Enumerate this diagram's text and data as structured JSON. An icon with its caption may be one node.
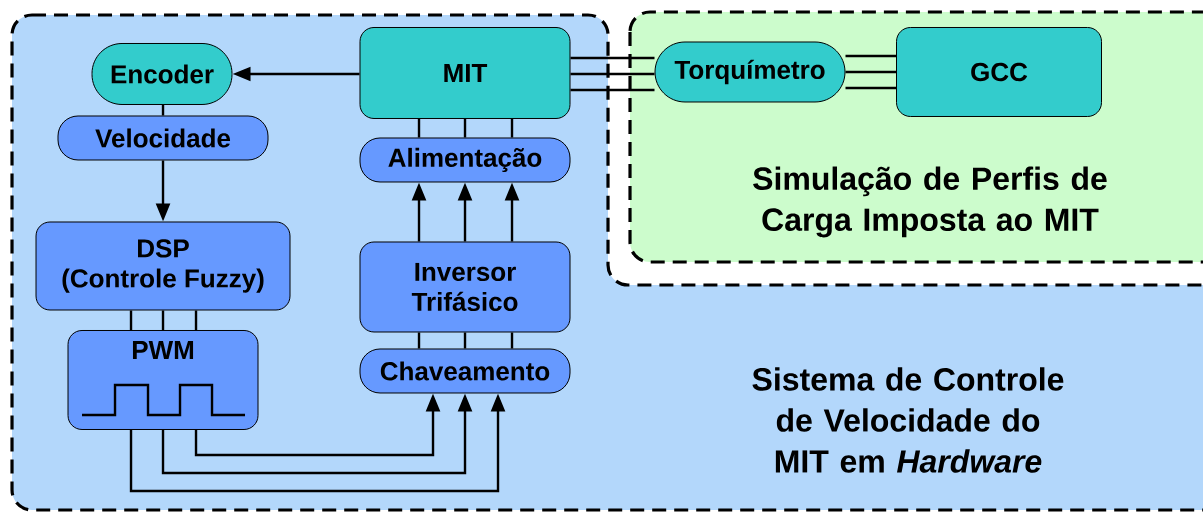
{
  "diagram": {
    "nodes": [
      {
        "text": [
          "Sistema de Controle de Velocidade do MIT em *Hardware*"
        ]
      },
      {
        "text": [
          "Simulação de Perfis de Carga Imposta ao MIT"
        ]
      },
      {
        "text": [
          "Encoder"
        ],
        "in": 0
      },
      {
        "text": [
          "Velocidade"
        ],
        "in": 0
      },
      {
        "text": [
          "MIT"
        ],
        "in": 0
      },
      {
        "text": [
          "Alimentação"
        ],
        "in": 0
      },
      {
        "text": [
          "DSP",
          "(Controle Fuzzy)"
        ],
        "in": 0
      },
      {
        "text": [
          "Inversor Trifásico"
        ],
        "in": 0
      },
      {
        "text": [
          "PWM"
        ],
        "in": 0
      },
      {
        "text": [
          "Chaveamento"
        ],
        "in": 0
      },
      {
        "text": [
          "Torquímetro"
        ],
        "in": 1
      },
      {
        "text": [
          "GCC"
        ],
        "in": 1
      }
    ],
    "edges": [
      {
        "from": 4,
        "to": 2,
        "arrow": "to"
      },
      {
        "from": 2,
        "to": 3,
        "arrow": "none"
      },
      {
        "from": 3,
        "to": 6,
        "arrow": "to"
      },
      {
        "from": 4,
        "to": 5,
        "arrow": "none"
      },
      {
        "from": 4,
        "to": 5,
        "arrow": "none"
      },
      {
        "from": 4,
        "to": 5,
        "arrow": "none"
      },
      {
        "from": 7,
        "to": 5,
        "arrow": "to"
      },
      {
        "from": 7,
        "to": 5,
        "arrow": "to"
      },
      {
        "from": 7,
        "to": 5,
        "arrow": "to"
      },
      {
        "from": 7,
        "to": 9,
        "arrow": "none"
      },
      {
        "from": 7,
        "to": 9,
        "arrow": "none"
      },
      {
        "from": 7,
        "to": 9,
        "arrow": "none"
      },
      {
        "from": 6,
        "to": 8,
        "arrow": "none"
      },
      {
        "from": 6,
        "to": 8,
        "arrow": "none"
      },
      {
        "from": 6,
        "to": 8,
        "arrow": "none"
      },
      {
        "from": 8,
        "to": 9,
        "arrow": "to"
      },
      {
        "from": 8,
        "to": 9,
        "arrow": "to"
      },
      {
        "from": 8,
        "to": 9,
        "arrow": "to"
      },
      {
        "from": 4,
        "to": 10,
        "arrow": "none"
      },
      {
        "from": 4,
        "to": 10,
        "arrow": "none"
      },
      {
        "from": 4,
        "to": 10,
        "arrow": "none"
      },
      {
        "from": 10,
        "to": 11,
        "arrow": "none"
      },
      {
        "from": 10,
        "to": 11,
        "arrow": "none"
      },
      {
        "from": 10,
        "to": 11,
        "arrow": "none"
      }
    ]
  }
}
